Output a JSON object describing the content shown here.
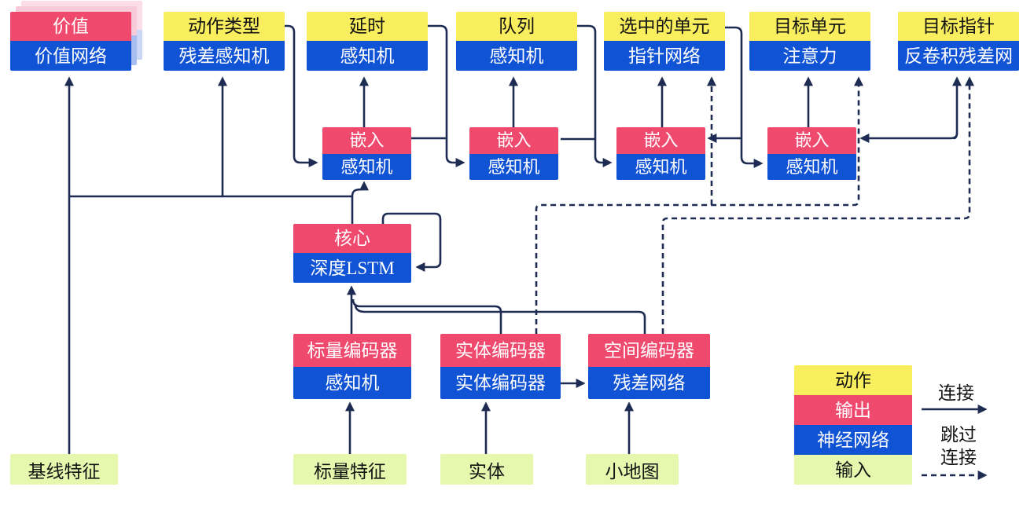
{
  "palette": {
    "action_yellow": "#f9ee5e",
    "output_pink": "#ef4a6e",
    "network_blue": "#1053d4",
    "input_green": "#e6f7ae",
    "line_navy": "#1e2b52",
    "shadow_pink": "#f8cbd8",
    "shadow_pink_light": "#fbdee8",
    "shadow_blue": "#a8bdf0",
    "shadow_blue_light": "#c9d6f6"
  },
  "heads": [
    {
      "action": "价值",
      "network": "价值网络",
      "type": "output"
    },
    {
      "action": "动作类型",
      "network": "残差感知机",
      "type": "action"
    },
    {
      "action": "延时",
      "network": "感知机",
      "type": "action"
    },
    {
      "action": "队列",
      "network": "感知机",
      "type": "action"
    },
    {
      "action": "选中的单元",
      "network": "指针网络",
      "type": "action"
    },
    {
      "action": "目标单元",
      "network": "注意力",
      "type": "action"
    },
    {
      "action": "目标指针",
      "network": "反卷积残差网",
      "type": "action"
    }
  ],
  "embeds": [
    {
      "output": "嵌入",
      "network": "感知机"
    },
    {
      "output": "嵌入",
      "network": "感知机"
    },
    {
      "output": "嵌入",
      "network": "感知机"
    },
    {
      "output": "嵌入",
      "network": "感知机"
    }
  ],
  "core": {
    "output": "核心",
    "network": "深度LSTM"
  },
  "encoders": [
    {
      "output": "标量编码器",
      "network": "感知机"
    },
    {
      "output": "实体编码器",
      "network": "实体编码器"
    },
    {
      "output": "空间编码器",
      "network": "残差网络"
    }
  ],
  "inputs": [
    "基线特征",
    "标量特征",
    "实体",
    "小地图"
  ],
  "legend": {
    "items": [
      {
        "label": "动作",
        "type": "action"
      },
      {
        "label": "输出",
        "type": "output"
      },
      {
        "label": "神经网络",
        "type": "network"
      },
      {
        "label": "输入",
        "type": "input"
      }
    ],
    "connection": "连接",
    "skip_line1": "跳过",
    "skip_line2": "连接"
  }
}
